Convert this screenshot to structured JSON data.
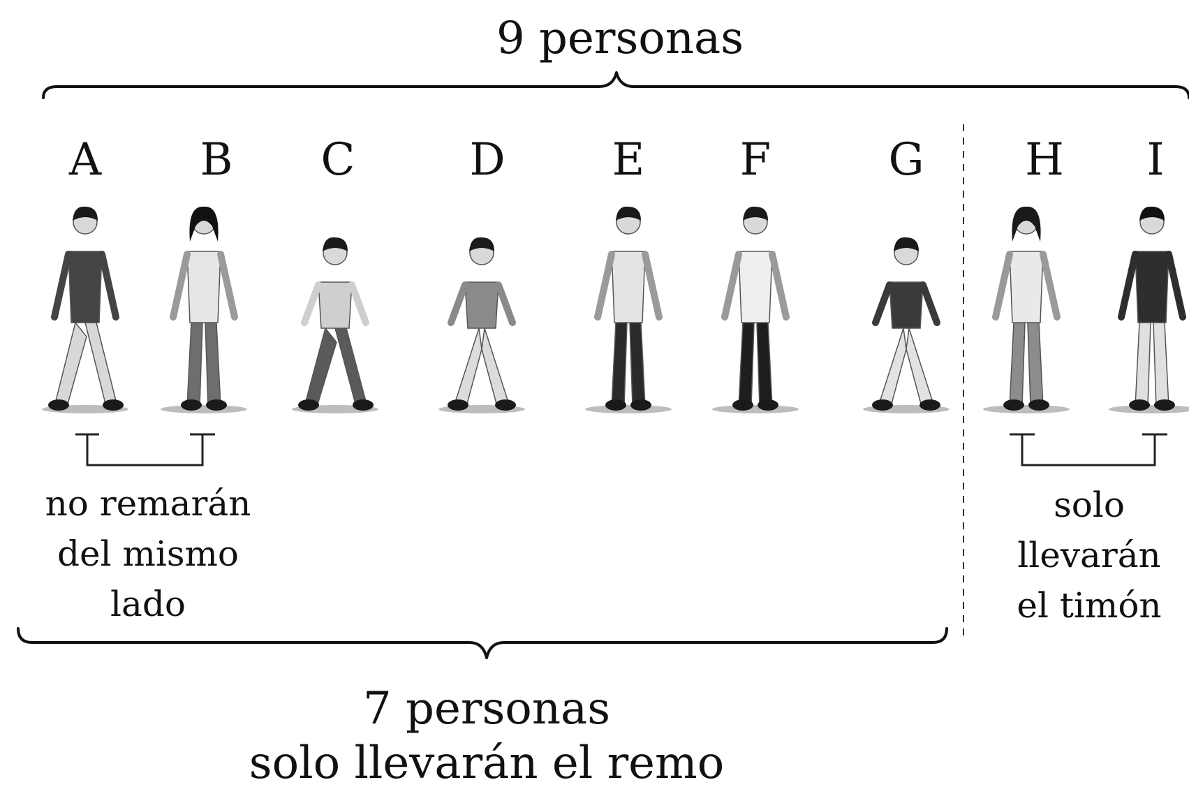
{
  "top_label": "9 personas",
  "bottom_label_line1": "7 personas",
  "bottom_label_line2": "solo llevarán el remo",
  "people": [
    {
      "letter": "A",
      "top": "#444444",
      "pants": "#d8d8d8",
      "hair": "#1a1a1a",
      "pose": "step"
    },
    {
      "letter": "B",
      "top": "#e6e6e6",
      "pants": "#6e6e6e",
      "hair": "#111111",
      "pose": "stand-long-hair"
    },
    {
      "letter": "C",
      "top": "#cfcfcf",
      "pants": "#5a5a5a",
      "hair": "#1a1a1a",
      "pose": "walk"
    },
    {
      "letter": "D",
      "top": "#8a8a8a",
      "pants": "#dcdcdc",
      "hair": "#1a1a1a",
      "pose": "wide"
    },
    {
      "letter": "E",
      "top": "#e4e4e4",
      "pants": "#2a2a2a",
      "hair": "#1a1a1a",
      "pose": "stand"
    },
    {
      "letter": "F",
      "top": "#efefef",
      "pants": "#1e1e1e",
      "hair": "#1a1a1a",
      "pose": "stand"
    },
    {
      "letter": "G",
      "top": "#3a3a3a",
      "pants": "#e2e2e2",
      "hair": "#1a1a1a",
      "pose": "wide"
    },
    {
      "letter": "H",
      "top": "#e9e9e9",
      "pants": "#8c8c8c",
      "hair": "#1a1a1a",
      "pose": "stand-long-hair"
    },
    {
      "letter": "I",
      "top": "#2e2e2e",
      "pants": "#e0e0e0",
      "hair": "#111111",
      "pose": "stand"
    }
  ],
  "pair_ab_note": [
    "no remarán",
    "del mismo",
    "lado"
  ],
  "pair_hi_note": [
    "solo",
    "llevarán",
    "el timón"
  ]
}
